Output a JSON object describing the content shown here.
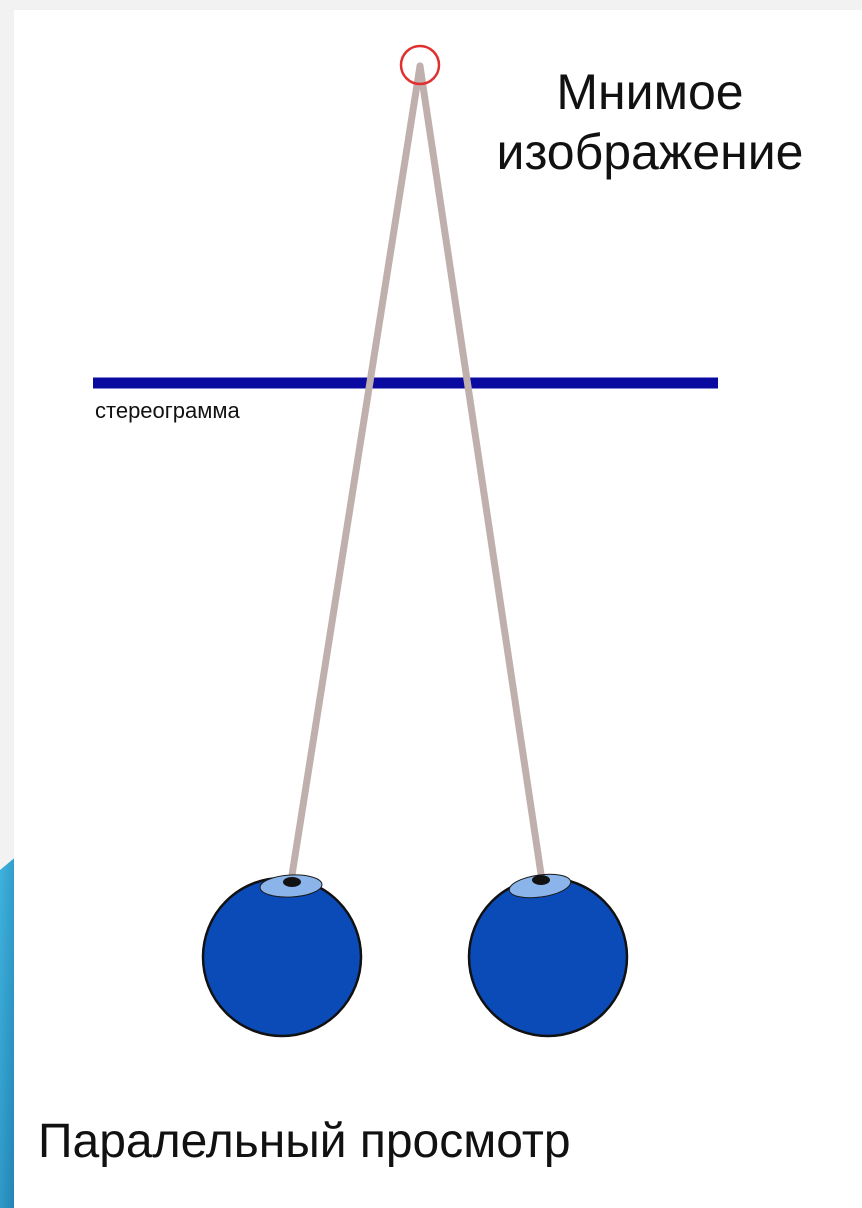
{
  "labels": {
    "virtual_image_line1": "Мнимое",
    "virtual_image_line2": "изображение",
    "stereogram": "стереограмма",
    "caption": "Паралельный просмотр"
  },
  "colors": {
    "page_background": "#ffffff",
    "left_edge_accent": "#2a9fd0",
    "stereogram_line": "#0a0aa0",
    "sight_lines": "#bfb0ad",
    "eyeball": "#0b4bb8",
    "eyeball_outline": "#111111",
    "iris": "#8bb5ea",
    "pupil": "#111111",
    "virtual_point": "#e03030"
  }
}
